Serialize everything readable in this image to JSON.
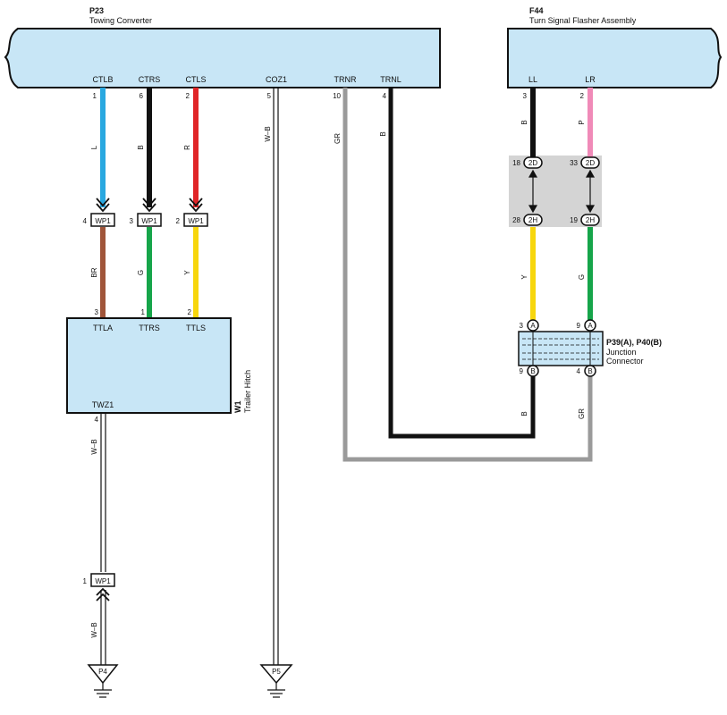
{
  "colors": {
    "blue": "#29a8e0",
    "black": "#111111",
    "red": "#e02528",
    "brown": "#a0553a",
    "green": "#16a54a",
    "yellow": "#f7d60d",
    "gray": "#9a9a9a",
    "pink": "#f08ab8",
    "box": "#c8e6f6",
    "junction_block": "#d4d4d4"
  },
  "p23": {
    "code": "P23",
    "name": "Towing Converter",
    "terminals": [
      {
        "label": "CTLB",
        "pin": "1"
      },
      {
        "label": "CTRS",
        "pin": "6"
      },
      {
        "label": "CTLS",
        "pin": "2"
      },
      {
        "label": "COZ1",
        "pin": "5"
      },
      {
        "label": "TRNR",
        "pin": "10"
      },
      {
        "label": "TRNL",
        "pin": "4"
      }
    ]
  },
  "f44": {
    "code": "F44",
    "name": "Turn Signal Flasher Assembly",
    "terminals": [
      {
        "label": "LL",
        "pin": "3"
      },
      {
        "label": "LR",
        "pin": "2"
      }
    ]
  },
  "wires": {
    "ctlb": "L",
    "ctrs": "B",
    "ctls": "R",
    "coz1": "W–B",
    "trnr": "GR",
    "trnl": "B",
    "ll": "B",
    "lr": "P",
    "ttla": "BR",
    "ttrs": "G",
    "ttls": "Y",
    "ll_lower": "Y",
    "lr_lower": "G",
    "trnl_lower": "B",
    "trnr_lower": "GR",
    "twz1": "W–B",
    "ground_p4": "W–B"
  },
  "wp1_connectors": [
    {
      "pin": "4",
      "label": "WP1"
    },
    {
      "pin": "3",
      "label": "WP1"
    },
    {
      "pin": "2",
      "label": "WP1"
    },
    {
      "pin": "1",
      "label": "WP1"
    }
  ],
  "w1": {
    "code": "W1",
    "name": "Trailer Hitch",
    "terminals": [
      {
        "label": "TTLA",
        "pin": "3"
      },
      {
        "label": "TTRS",
        "pin": "1"
      },
      {
        "label": "TTLS",
        "pin": "2"
      },
      {
        "label": "TWZ1",
        "pin": "4"
      }
    ]
  },
  "junction_block": {
    "left_top": {
      "pin": "18",
      "code": "2D"
    },
    "right_top": {
      "pin": "33",
      "code": "2D"
    },
    "left_bottom": {
      "pin": "28",
      "code": "2H"
    },
    "right_bottom": {
      "pin": "19",
      "code": "2H"
    }
  },
  "junction_connector": {
    "code": "P39(A), P40(B)",
    "name_line1": "Junction",
    "name_line2": "Connector",
    "top_left": {
      "pin": "3",
      "code": "A"
    },
    "top_right": {
      "pin": "9",
      "code": "A"
    },
    "bottom_left": {
      "pin": "9",
      "code": "B"
    },
    "bottom_right": {
      "pin": "4",
      "code": "B"
    }
  },
  "grounds": [
    {
      "code": "P4"
    },
    {
      "code": "P5"
    }
  ]
}
